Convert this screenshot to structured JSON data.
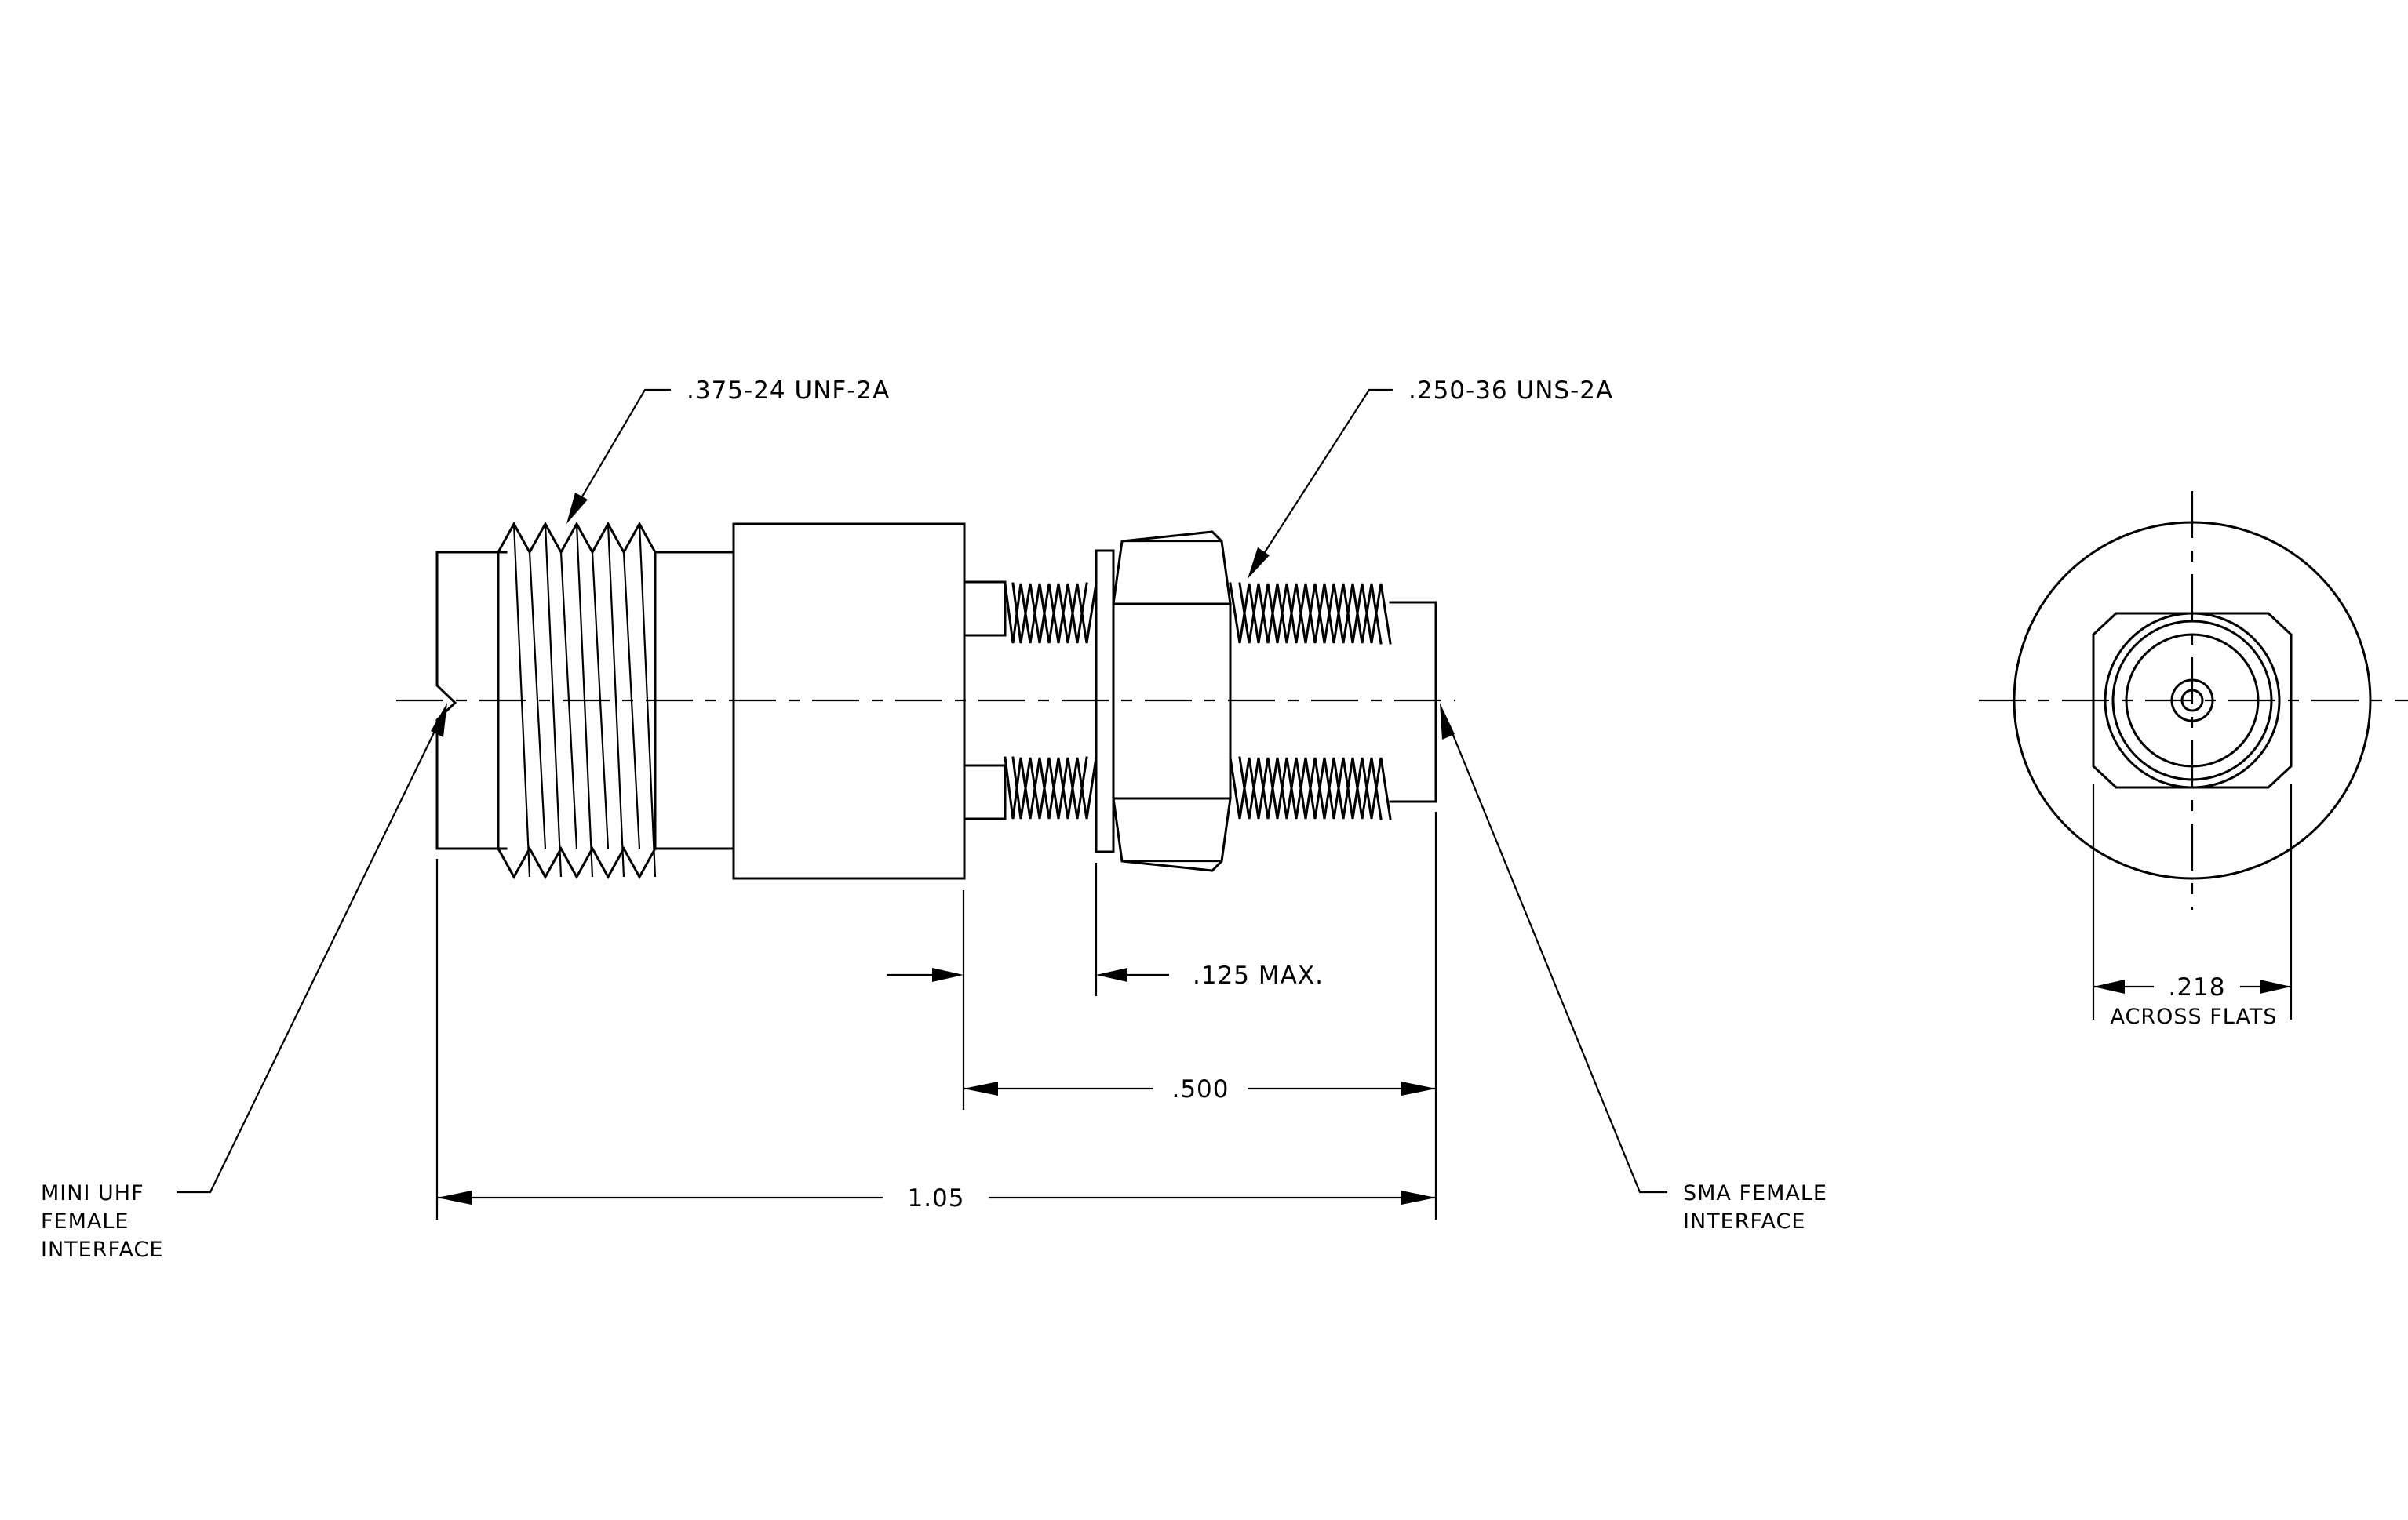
{
  "callouts": {
    "thread_large": ".375-24 UNF-2A",
    "thread_small": ".250-36 UNS-2A",
    "left_interface": [
      "MINI UHF",
      "FEMALE",
      "INTERFACE"
    ],
    "right_interface": [
      "SMA FEMALE",
      "INTERFACE"
    ]
  },
  "dimensions": {
    "panel_max": ".125 MAX.",
    "sma_length": ".500",
    "overall_length": "1.05",
    "flats_value": ".218",
    "flats_label": "ACROSS FLATS"
  }
}
